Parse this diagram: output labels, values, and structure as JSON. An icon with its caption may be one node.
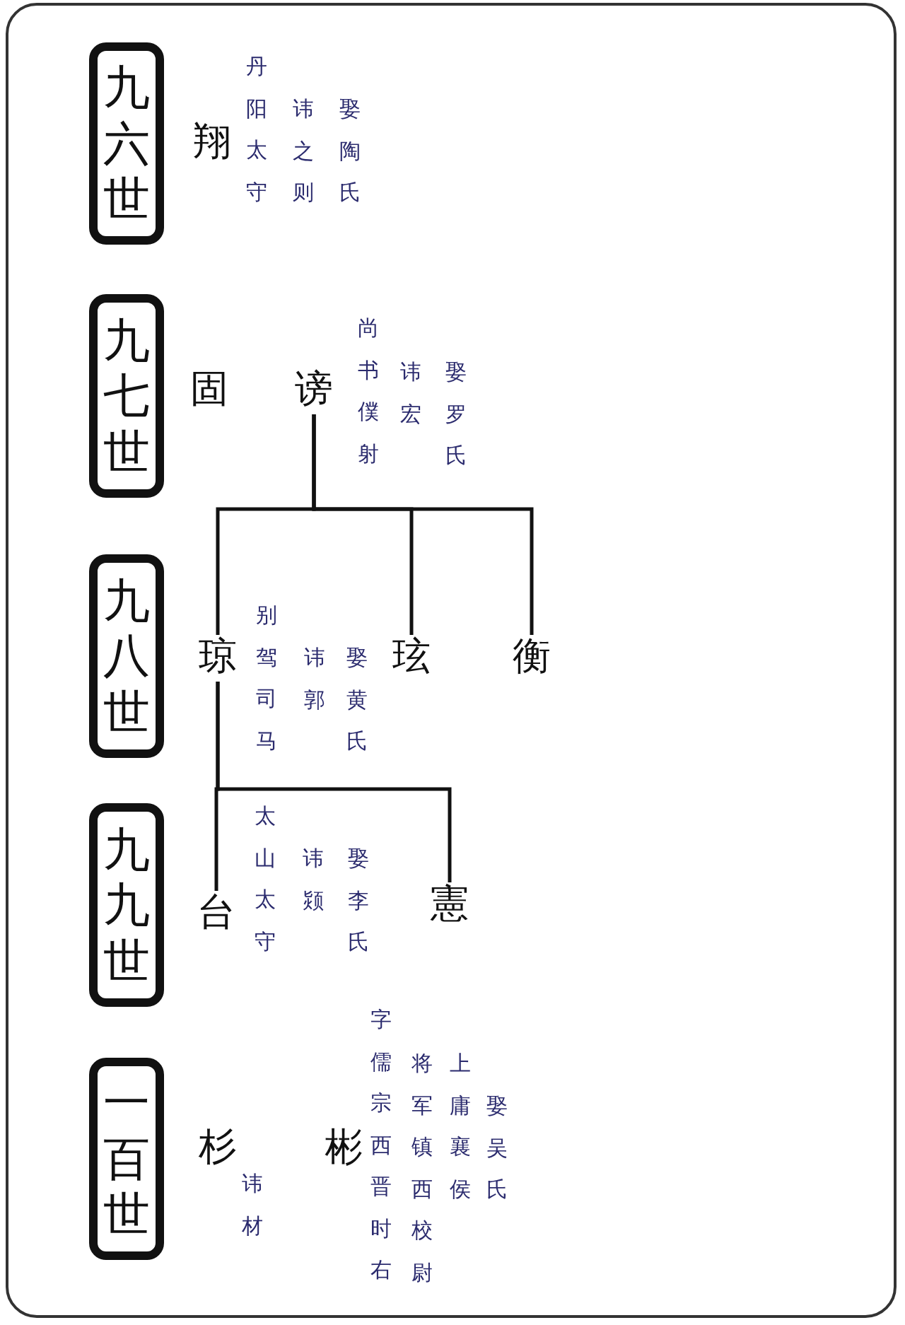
{
  "diagram": {
    "nodes": [
      {
        "text": [
          "九六世"
        ]
      },
      {
        "text": [
          "翔"
        ],
        "beside": [
          "丹阳太守",
          "讳之则",
          "娶陶氏"
        ]
      },
      {
        "text": [
          "九七世"
        ]
      },
      {
        "text": [
          "固"
        ]
      },
      {
        "text": [
          "谤"
        ],
        "beside": [
          "尚书僕射",
          "讳宏",
          "娶罗氏"
        ]
      },
      {
        "text": [
          "九八世"
        ]
      },
      {
        "text": [
          "琼"
        ],
        "beside": [
          "别驾司马",
          "讳郭",
          "娶黄氏"
        ]
      },
      {
        "text": [
          "玹"
        ]
      },
      {
        "text": [
          "衡"
        ]
      },
      {
        "text": [
          "九九世"
        ]
      },
      {
        "text": [
          "台"
        ],
        "beside": [
          "太山太守",
          "讳颎",
          "娶李氏"
        ]
      },
      {
        "text": [
          "憲"
        ]
      },
      {
        "text": [
          "一百世"
        ]
      },
      {
        "text": [
          "杉"
        ],
        "beside": [
          "讳材"
        ]
      },
      {
        "text": [
          "彬"
        ],
        "beside": [
          "字儒宗西晋时右",
          "将军镇西校尉",
          "上庸襄侯",
          "娶吴氏"
        ]
      }
    ],
    "edges": [
      {
        "from": 4,
        "to": 6,
        "arrow": "none"
      },
      {
        "from": 4,
        "to": 7,
        "arrow": "none"
      },
      {
        "from": 4,
        "to": 8,
        "arrow": "none"
      },
      {
        "from": 6,
        "to": 10,
        "arrow": "none"
      },
      {
        "from": 6,
        "to": 11,
        "arrow": "none"
      }
    ]
  }
}
